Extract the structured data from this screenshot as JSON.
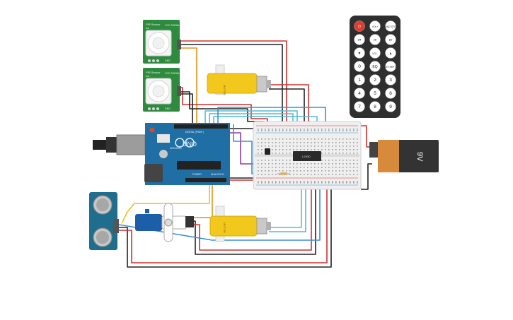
{
  "arduino": {
    "brand": "UNO",
    "maker": "ARDUINO",
    "digital_label": "DIGITAL (PWM~)",
    "power_label": "POWER",
    "analog_label": "ANALOG IN"
  },
  "pir_1": {
    "label_top": "PIR Sensor",
    "label_mid": "A1",
    "pin_vcc": "VCC SIGNAL",
    "pin_gnd": "GND"
  },
  "pir_2": {
    "label_top": "PIR Sensor",
    "label_mid": "A2",
    "pin_vcc": "VCC SIGNAL",
    "pin_gnd": "GND"
  },
  "motor_1": {
    "label": "MOTOR"
  },
  "motor_2": {
    "label": "MOTOR"
  },
  "driver_chip": {
    "label": "L293D"
  },
  "battery": {
    "label": "9V"
  },
  "remote": {
    "buttons": [
      {
        "label": "⏻",
        "name": "power"
      },
      {
        "label": "VOL+",
        "name": "vol-up"
      },
      {
        "label": "FUNC/ STOP",
        "name": "func-stop"
      },
      {
        "label": "⏮",
        "name": "prev"
      },
      {
        "label": "⏯",
        "name": "play-pause"
      },
      {
        "label": "⏭",
        "name": "next"
      },
      {
        "label": "▼",
        "name": "down"
      },
      {
        "label": "VOL-",
        "name": "vol-down"
      },
      {
        "label": "▲",
        "name": "up"
      },
      {
        "label": "0",
        "name": "num-0"
      },
      {
        "label": "EQ",
        "name": "eq"
      },
      {
        "label": "ST/ REPT",
        "name": "st-rept"
      },
      {
        "label": "1",
        "name": "num-1"
      },
      {
        "label": "2",
        "name": "num-2"
      },
      {
        "label": "3",
        "name": "num-3"
      },
      {
        "label": "4",
        "name": "num-4"
      },
      {
        "label": "5",
        "name": "num-5"
      },
      {
        "label": "6",
        "name": "num-6"
      },
      {
        "label": "7",
        "name": "num-7"
      },
      {
        "label": "8",
        "name": "num-8"
      },
      {
        "label": "9",
        "name": "num-9"
      }
    ]
  },
  "colors": {
    "wire_red": "#d0312d",
    "wire_black": "#222222",
    "wire_blue": "#3b8fd4",
    "wire_cyan": "#55bcd0",
    "wire_orange": "#e0921a",
    "wire_yellow": "#e9c21b",
    "wire_purple": "#8a3fa0",
    "arduino_blue": "#1f6fa5",
    "pcb_green": "#2e8b3e",
    "motor_yellow": "#f2c81d"
  }
}
